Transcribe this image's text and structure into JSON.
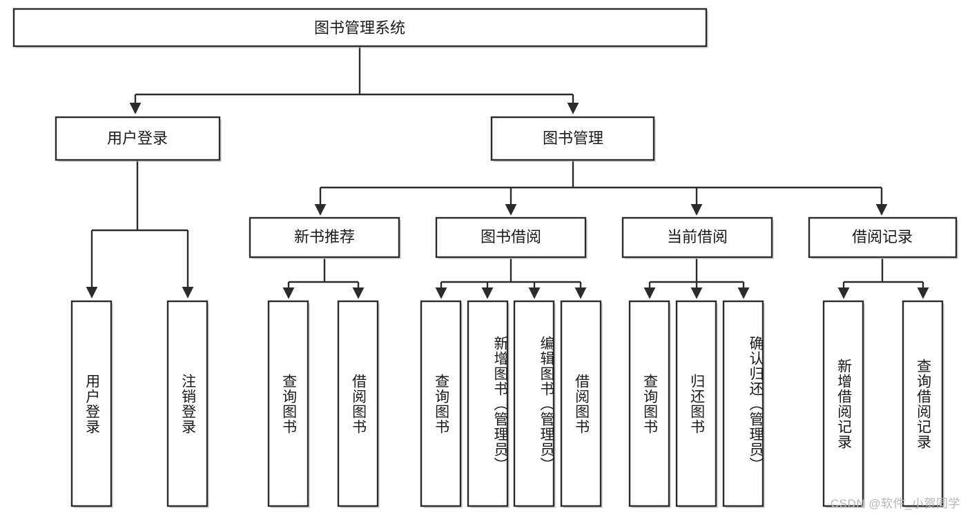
{
  "diagram": {
    "type": "tree",
    "title": "图书管理系统",
    "watermark": "CSDN @软件_小贺同学",
    "colors": {
      "stroke": "#2b2b2b",
      "fill": "#ffffff",
      "text": "#1a1a1a",
      "watermark": "#b6b6b6",
      "background": "#ffffff"
    },
    "root": {
      "label": "图书管理系统"
    },
    "level2": [
      {
        "label": "用户登录"
      },
      {
        "label": "图书管理"
      }
    ],
    "level3": [
      {
        "label": "新书推荐"
      },
      {
        "label": "图书借阅"
      },
      {
        "label": "当前借阅"
      },
      {
        "label": "借阅记录"
      }
    ],
    "leaves": {
      "user_login": [
        {
          "label": "用户登录"
        },
        {
          "label": "注销登录"
        }
      ],
      "new_book": [
        {
          "label": "查询图书"
        },
        {
          "label": "借阅图书"
        }
      ],
      "book_borrow": [
        {
          "label": "查询图书"
        },
        {
          "label": "新增图书（管理员）"
        },
        {
          "label": "编辑图书（管理员）"
        },
        {
          "label": "借阅图书"
        }
      ],
      "current_borrow": [
        {
          "label": "查询图书"
        },
        {
          "label": "归还图书"
        },
        {
          "label": "确认归还（管理员）"
        }
      ],
      "borrow_record": [
        {
          "label": "新增借阅记录"
        },
        {
          "label": "查询借阅记录"
        }
      ]
    }
  }
}
